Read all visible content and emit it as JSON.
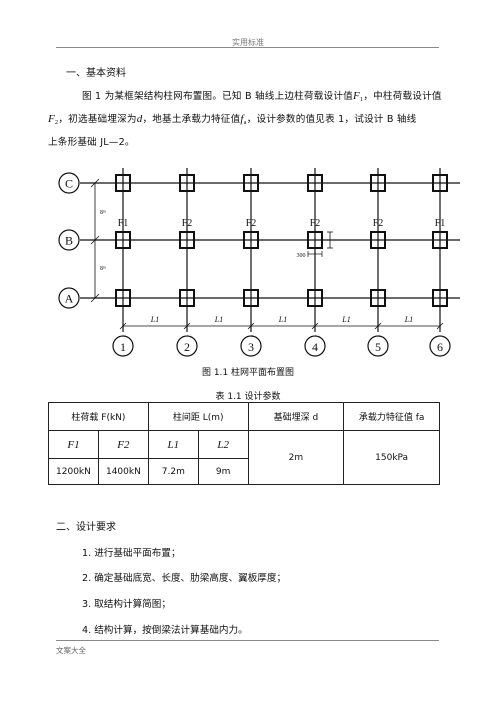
{
  "header": {
    "title": "实用标准"
  },
  "section1": {
    "heading": "一、基本资料",
    "para1_a": "图 1 为某框架结构柱网布置图。已知 B 轴线上边柱荷载设计值",
    "para1_b": "，中柱荷载设计值",
    "para2_a": "，初选基础埋深为",
    "para2_b": "，地基土承载力特征值",
    "para2_c": "，设计参数的值见表 1，试设计 B 轴线",
    "para3": "上条形基础 JL—2。"
  },
  "symbols": {
    "F": "F",
    "one": "1",
    "two": "2",
    "d": "d",
    "f": "f",
    "a": "a"
  },
  "figure": {
    "row_labels": [
      "C",
      "B",
      "A"
    ],
    "col_labels": [
      "1",
      "2",
      "3",
      "4",
      "5",
      "6"
    ],
    "load_labels": [
      "F1",
      "F2",
      "F2",
      "F2",
      "F2",
      "F1"
    ],
    "span_labels": [
      "L1",
      "L1",
      "L1",
      "L1",
      "L1"
    ],
    "vertical_dim": "8ᵐ",
    "column_dim": "300",
    "caption": "图 1.1  柱网平面布置图"
  },
  "table": {
    "caption": "表 1.1  设计参数",
    "h_load": "柱荷载 F(kN)",
    "h_span": "柱间距 L(m)",
    "h_depth": "基础埋深 d",
    "h_bearing": "承载力特征值 fa",
    "sub_headers": [
      "F1",
      "F2",
      "L1",
      "L2"
    ],
    "values": [
      "1200kN",
      "1400kN",
      "7.2m",
      "9m"
    ],
    "depth": "2m",
    "bearing": "150kPa"
  },
  "section2": {
    "heading": "二、设计要求",
    "items": [
      "1. 进行基础平面布置；",
      "2. 确定基础底宽、长度、肋梁高度、翼板厚度；",
      "3. 取结构计算简图；",
      "4. 结构计算，按倒梁法计算基础内力。"
    ]
  },
  "footer": {
    "text": "文案大全"
  }
}
